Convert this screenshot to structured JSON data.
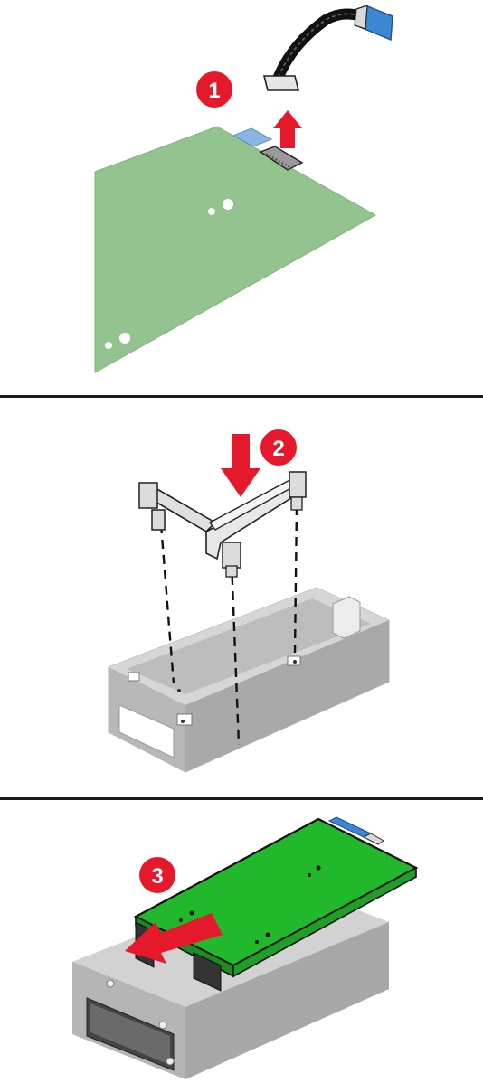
{
  "steps": [
    {
      "number": "1"
    },
    {
      "number": "2"
    },
    {
      "number": "3"
    }
  ],
  "colors": {
    "step_badge": "#e5192b",
    "arrow": "#e5192b",
    "board_light": "#93c48f",
    "board_bright": "#22b82c",
    "housing": "#b5b5b5",
    "connector_blue": "#3b87d4",
    "divider": "#1a1a1a"
  },
  "icons": [
    "cable-icon",
    "arrow-up-icon",
    "arrow-down-icon",
    "arrow-left-icon",
    "bracket-icon"
  ]
}
